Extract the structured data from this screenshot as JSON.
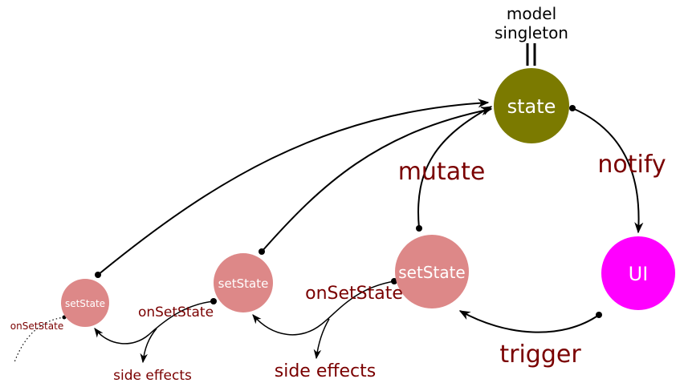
{
  "header": {
    "model_line1": "model",
    "model_line2": "singleton"
  },
  "nodes": {
    "state": {
      "label": "state",
      "color": "#7b7a00"
    },
    "ui": {
      "label": "UI",
      "color": "#ff00ff"
    },
    "setstate_main": {
      "label": "setState",
      "color": "#dd8888"
    },
    "setstate_mid": {
      "label": "setState",
      "color": "#dd8888"
    },
    "setstate_small": {
      "label": "setState",
      "color": "#dd8888"
    }
  },
  "edge_labels": {
    "mutate": "mutate",
    "notify": "notify",
    "trigger": "trigger",
    "on_set_state_main": "onSetState",
    "on_set_state_mid": "onSetState",
    "on_set_state_small": "onSetState",
    "side_effects_mid": "side effects",
    "side_effects_main": "side effects"
  },
  "colors": {
    "label_dark_red": "#7a0000",
    "edge": "#000000"
  }
}
